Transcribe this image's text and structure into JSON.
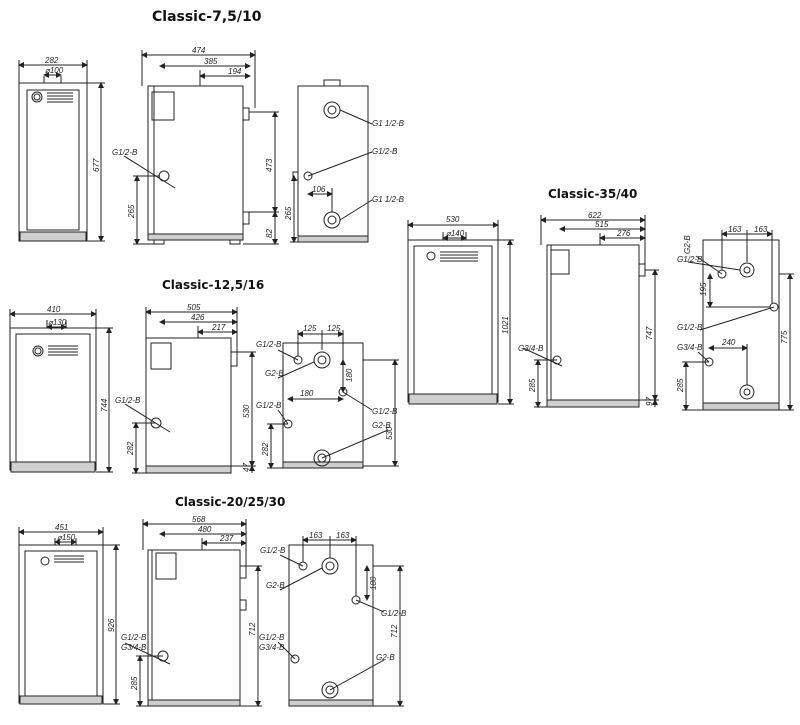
{
  "titles": {
    "m1": "Classic-7,5/10",
    "m2": "Classic-12,5/16",
    "m3": "Classic-20/25/30",
    "m4": "Classic-35/40"
  },
  "m1": {
    "front_width": "282",
    "flue": "⌀100",
    "front_height": "677",
    "side_width": "474",
    "side_depth_1": "385",
    "side_depth_2": "194",
    "pipe_g12": "G1/2-B",
    "h473": "473",
    "h265": "265",
    "h82": "82",
    "rear_top": "G1 1/2-B",
    "rear_mid": "G1/2-B",
    "rear_bot": "G1 1/2-B",
    "rear_106": "106",
    "rear_265": "265"
  },
  "m2": {
    "front_width": "410",
    "flue": "⌀130",
    "front_height": "744",
    "side_width": "505",
    "side_depth_1": "426",
    "side_depth_2": "217",
    "pipe_g12": "G1/2-B",
    "h530": "530",
    "h282": "282",
    "h47": "47",
    "rear_125a": "125",
    "rear_125b": "125",
    "rear_g12_top": "G1/2-B",
    "rear_g2_top": "G2-B",
    "rear_g12_left": "G1/2-B",
    "rear_g12_right": "G1/2-B",
    "rear_g2_bot": "G2-B",
    "rear_180h": "180",
    "rear_180v": "180",
    "rear_530": "530",
    "rear_282": "282"
  },
  "m3": {
    "front_width": "451",
    "flue": "⌀150",
    "front_height": "926",
    "side_width": "568",
    "side_depth_1": "480",
    "side_depth_2": "237",
    "pipe_g12": "G1/2-B",
    "pipe_g34": "G3/4-B",
    "h712": "712",
    "h285": "285",
    "rear_163a": "163",
    "rear_163b": "163",
    "rear_g12_top": "G1/2-B",
    "rear_g2_top": "G2-B",
    "rear_g12_right": "G1/2-B",
    "rear_g12_left": "G1/2-B",
    "rear_g34_left": "G3/4-B",
    "rear_g2_bot": "G2-B",
    "rear_180": "180",
    "rear_712": "712"
  },
  "m4": {
    "front_width": "530",
    "flue": "⌀140",
    "front_height": "1021",
    "side_width": "622",
    "side_depth_1": "515",
    "side_depth_2": "276",
    "pipe_g34": "G3/4-B",
    "h747": "747",
    "h285": "285",
    "h97": "97",
    "rear_163a": "163",
    "rear_163b": "163",
    "rear_g2_top": "G2-B",
    "rear_g12_top": "G1/2-B",
    "rear_g12_mid": "G1/2-B",
    "rear_g34": "G3/4-B",
    "rear_195": "195",
    "rear_240": "240",
    "rear_775": "775",
    "rear_285": "285"
  }
}
